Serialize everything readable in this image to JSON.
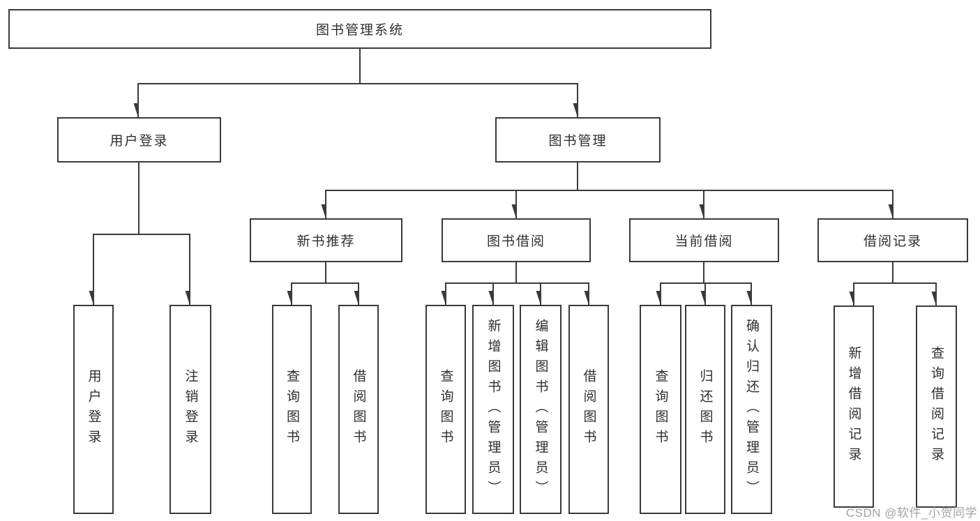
{
  "diagram": {
    "root": "图书管理系统",
    "level2": {
      "login": "用户登录",
      "manage": "图书管理"
    },
    "level3": {
      "recommend": "新书推荐",
      "borrow": "图书借阅",
      "current": "当前借阅",
      "records": "借阅记录"
    },
    "leaves": {
      "login": [
        "用户登录",
        "注销登录"
      ],
      "recommend": [
        "查询图书",
        "借阅图书"
      ],
      "borrow": [
        "查询图书",
        "新增图书（管理员）",
        "编辑图书（管理员）",
        "借阅图书"
      ],
      "current": [
        "查询图书",
        "归还图书",
        "确认归还（管理员）"
      ],
      "records": [
        "新增借阅记录",
        "查询借阅记录"
      ]
    }
  },
  "watermark": "CSDN @软件_小贺同学",
  "colors": {
    "line": "#3a3a3a",
    "text": "#2f2f2f",
    "watermark": "#a3a3a3",
    "background": "#ffffff"
  }
}
